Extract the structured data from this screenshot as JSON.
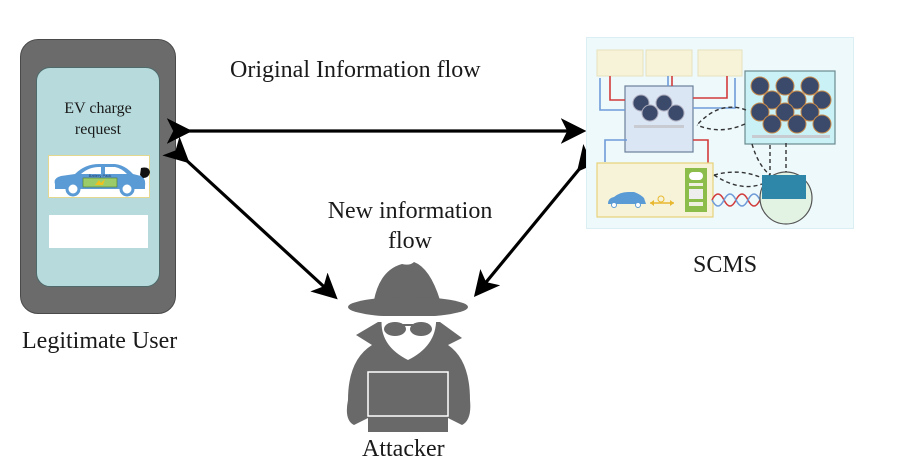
{
  "diagram": {
    "title_flow_original": "Original Information flow",
    "title_flow_new_line1": "New information",
    "title_flow_new_line2": "flow",
    "nodes": {
      "user": {
        "label": "Legitimate User",
        "screen_text_line1": "EV charge",
        "screen_text_line2": "request",
        "car_badge_text": "Battery Pack"
      },
      "attacker": {
        "label": "Attacker"
      },
      "scms": {
        "label": "SCMS"
      }
    },
    "edges": [
      {
        "from": "user",
        "to": "scms",
        "type": "bidirectional",
        "label": "Original Information flow"
      },
      {
        "from": "user",
        "to": "attacker",
        "type": "bidirectional",
        "label": "New information flow"
      },
      {
        "from": "attacker",
        "to": "scms",
        "type": "bidirectional",
        "label": "New information flow"
      }
    ],
    "colors": {
      "phone_body": "#6b6b6b",
      "phone_screen": "#b7dbdc",
      "attacker": "#696969",
      "car": "#5b9bd5",
      "scms_bg": "#eef9fc",
      "arrow_red": "#d23b3b",
      "arrow_blue": "#6f9bd8",
      "box_cream": "#f7f3d8",
      "box_green": "#8cbd4a"
    }
  }
}
